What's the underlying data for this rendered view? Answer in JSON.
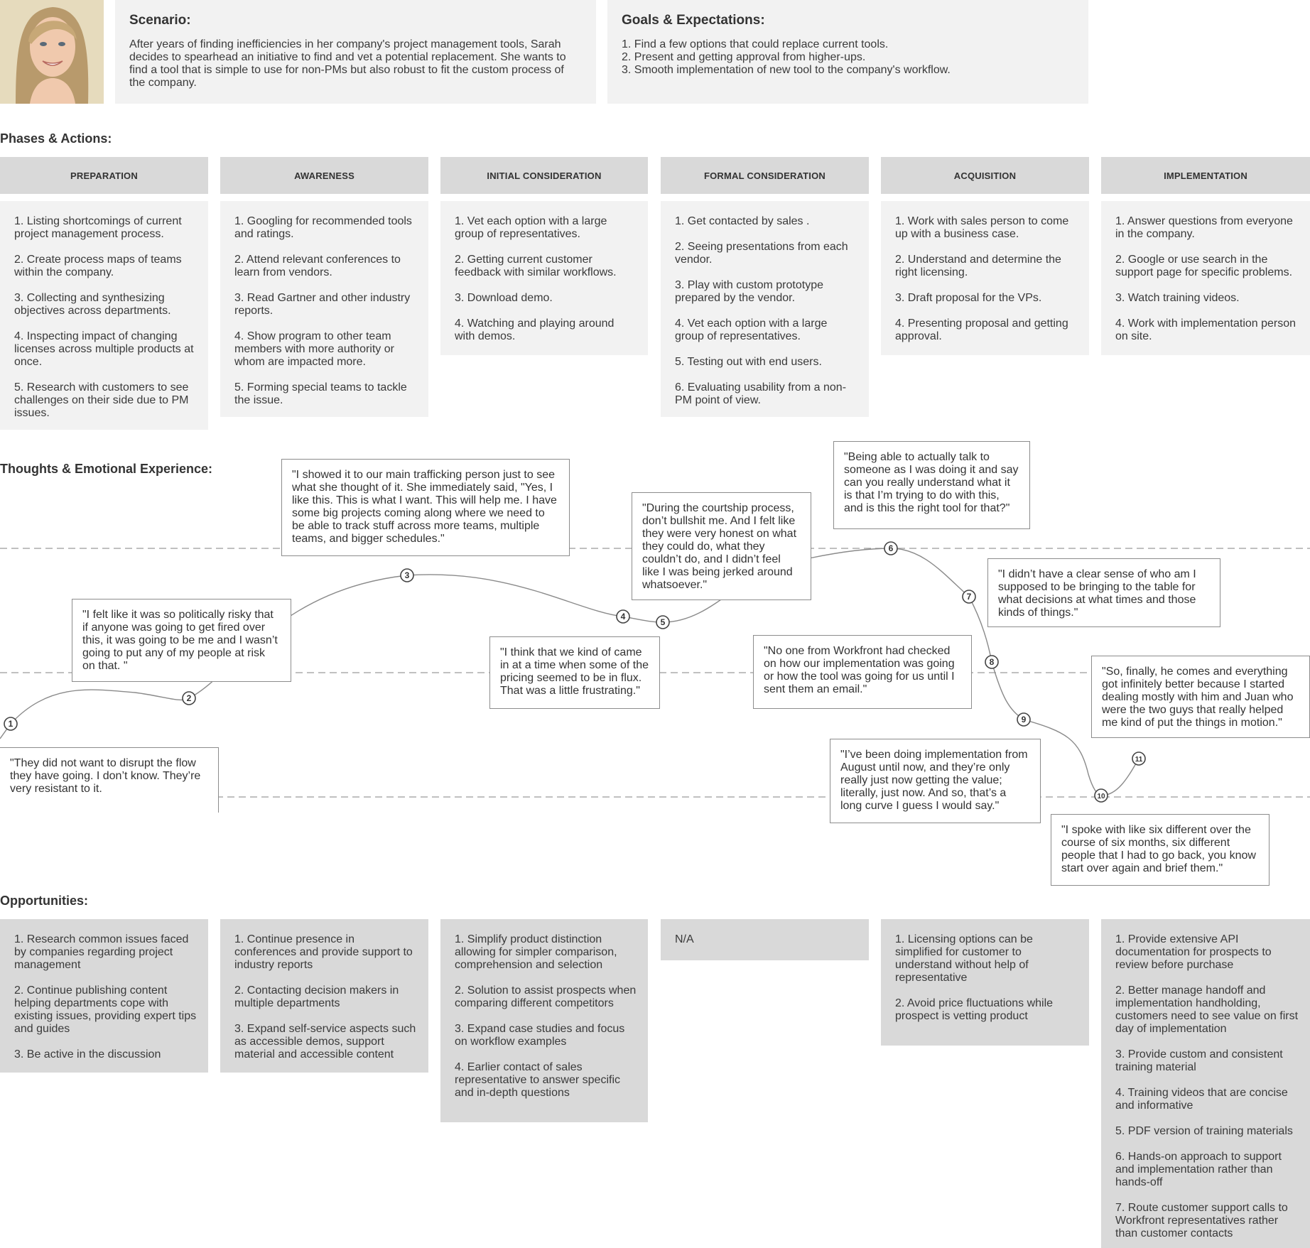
{
  "scenario": {
    "title": "Scenario:",
    "text": "After years of finding inefficiencies in her company's project management tools, Sarah decides to spearhead an initiative to find and vet a potential replacement. She wants to find a tool that is simple to use for non-PMs but also robust to fit the custom process of the company."
  },
  "goals": {
    "title": "Goals & Expectations:",
    "items": [
      "1. Find a few options that could replace current tools.",
      "2. Present and getting approval from higher-ups.",
      "3. Smooth implementation of new tool to the company's workflow."
    ]
  },
  "phases_title": "Phases & Actions:",
  "phases": [
    {
      "name": "PREPARATION",
      "actions": [
        "1. Listing shortcomings of current project management process.",
        "2. Create process maps of teams within the company.",
        "3. Collecting and synthesizing objectives across departments.",
        "4. Inspecting impact of changing licenses across multiple products at once.",
        "5. Research with customers to see challenges on their side due to PM issues."
      ]
    },
    {
      "name": "AWARENESS",
      "actions": [
        "1. Googling for recommended tools and ratings.",
        "2. Attend relevant conferences to learn from vendors.",
        "3. Read Gartner and other industry reports.",
        "4. Show program to other team members with more authority or whom are impacted more.",
        "5. Forming special teams to tackle the issue."
      ]
    },
    {
      "name": "INITIAL CONSIDERATION",
      "actions": [
        "1. Vet each option with a large group of representatives.",
        "2. Getting current customer feedback with similar workflows.",
        "3. Download demo.",
        "4. Watching and playing around with demos."
      ]
    },
    {
      "name": "FORMAL CONSIDERATION",
      "actions": [
        "1. Get contacted by sales .",
        "2. Seeing presentations from each vendor.",
        "3. Play with custom prototype prepared by the vendor.",
        "4. Vet each option with a large group of representatives.",
        "5. Testing out with end users.",
        "6. Evaluating usability from a non-PM point of view."
      ]
    },
    {
      "name": "ACQUISITION",
      "actions": [
        "1. Work with sales person to come up with a business case.",
        "2. Understand and determine the right licensing.",
        "3. Draft proposal for the VPs.",
        "4. Presenting proposal and getting approval."
      ]
    },
    {
      "name": "IMPLEMENTATION",
      "actions": [
        "1. Answer questions from everyone in the company.",
        "2. Google or use search in the support page for specific problems.",
        "3. Watch training videos.",
        "4. Work with implementation person on site."
      ]
    }
  ],
  "thoughts_title": "Thoughts & Emotional Experience:",
  "thoughts": [
    {
      "label": "1",
      "quote": "\"They did not want to disrupt the flow they have going. I don’t know. They’re very resistant to it."
    },
    {
      "label": "2",
      "quote": "\"I felt like it was so politically risky that if anyone was going to get fired over this, it was going to be me and I wasn’t going to put any of my people at risk on that. \""
    },
    {
      "label": "3",
      "quote": "\"I showed it to our main trafficking person just to see what she thought of it. She immediately said, \"Yes, I like this. This is what I want. This will help me. I have some big projects coming along where we need to be able to track stuff across more teams, multiple teams, and bigger schedules.\""
    },
    {
      "label": "4",
      "quote": "\"I think that we kind of came in at a time when some of the pricing seemed to be in flux. That was a little frustrating.\""
    },
    {
      "label": "5",
      "quote": "\"During the courtship process, don’t bullshit me. And I felt like they were very honest on what they could do, what they couldn’t do, and I didn’t feel like I was being jerked around whatsoever.\""
    },
    {
      "label": "6",
      "quote": "\"Being able to actually talk to someone as I was doing it and say can you really understand what it is that I’m trying to do with this, and is this the right tool for that?\""
    },
    {
      "label": "7",
      "quote": "\"I didn’t have a clear sense of who am I supposed to be bringing to the table for what decisions at what times and those kinds of things.\""
    },
    {
      "label": "8",
      "quote": "\"No one from Workfront had checked on how our implementation was going or how the tool was going for us until I sent them an email.\""
    },
    {
      "label": "9",
      "quote": "\"I’ve been doing implementation from August until now, and they’re only really just now getting the value; literally, just now. And so, that’s a long curve I guess I would say.\""
    },
    {
      "label": "10",
      "quote": "\"I spoke with like six different over the course of six months, six different people that I had to go back, you know start over again and brief them.\""
    },
    {
      "label": "11",
      "quote": "\"So, finally, he comes and everything got infinitely better because I started dealing mostly with him and Juan who were the two guys that really helped me kind of put the things in motion.\""
    }
  ],
  "opportunities_title": "Opportunities:",
  "opportunities": [
    [
      "1. Research common issues faced by companies regarding project management",
      "2. Continue publishing content helping departments cope with existing issues, providing expert tips and guides",
      "3. Be active in the discussion"
    ],
    [
      "1. Continue presence in conferences and provide support to industry reports",
      "2. Contacting decision makers in multiple departments",
      "3. Expand self-service aspects such as accessible demos, support material and accessible content"
    ],
    [
      "1. Simplify product distinction allowing for simpler comparison, comprehension and selection",
      "2. Solution to assist prospects when comparing different competitors",
      "3. Expand case studies and focus on workflow examples",
      "4. Earlier contact of sales representative to answer specific and in-depth questions"
    ],
    [
      "N/A"
    ],
    [
      "1. Licensing options can be simplified for customer to understand without help of representative",
      "2. Avoid price fluctuations while prospect is vetting product"
    ],
    [
      "1. Provide extensive API documentation for prospects to review before purchase",
      "2. Better manage handoff and implementation handholding, customers need to see value on first day of implementation",
      "3. Provide custom and consistent training material",
      "4. Training videos that are concise and informative",
      "5. PDF version of training materials",
      "6. Hands-on approach to support and implementation rather than hands-off",
      "7. Route customer support calls to Workfront representatives rather than customer contacts"
    ]
  ]
}
